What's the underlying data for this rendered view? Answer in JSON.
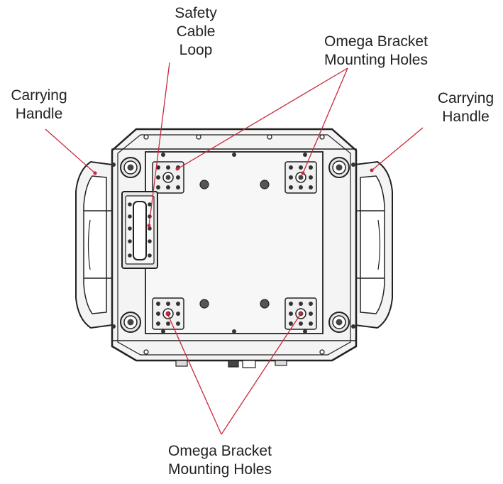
{
  "labels": {
    "safety_cable_loop": [
      "Safety",
      "Cable",
      "Loop"
    ],
    "omega_top": [
      "Omega Bracket",
      "Mounting Holes"
    ],
    "handle_left": [
      "Carrying",
      "Handle"
    ],
    "handle_right": [
      "Carrying",
      "Handle"
    ],
    "omega_bottom": [
      "Omega Bracket",
      "Mounting Holes"
    ]
  },
  "colors": {
    "line": "#222222",
    "callout": "#c8283a",
    "fill": "#f4f4f4",
    "background": "#ffffff"
  }
}
